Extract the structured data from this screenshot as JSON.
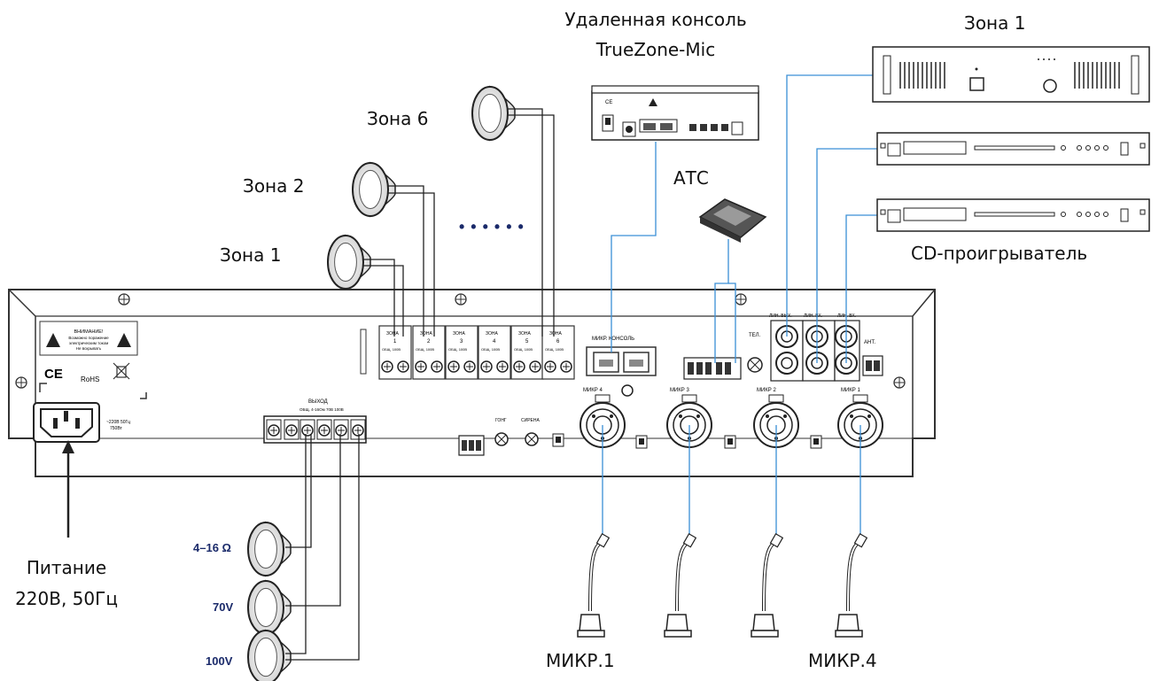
{
  "labels": {
    "remote_console_line1": "Удаленная консоль",
    "remote_console_line2": "TrueZone-Mic",
    "zone1_rack": "Зона 1",
    "zone6": "Зона 6",
    "zone2": "Зона 2",
    "zone1": "Зона 1",
    "atc": "АТС",
    "cd_player": "CD-проигрыватель",
    "power_line1": "Питание",
    "power_line2": "220В, 50Гц",
    "mic1": "МИКР.1",
    "mic4": "МИКР.4",
    "dots": "• • • • • •"
  },
  "panel": {
    "warning_title": "ВНИМАНИЕ!",
    "warning_text1": "Возможно поражение",
    "warning_text2": "электрическим током",
    "warning_text3": "Не вскрывать",
    "ce_mark": "CE",
    "rohs": "RoHS",
    "power_rating1": "~220В 50Гц",
    "power_rating2": "750Вт",
    "zone_label": "ЗОНА",
    "zone_numbers": [
      "1",
      "2",
      "3",
      "4",
      "5",
      "6"
    ],
    "zone_terminal": "ОБЩ. 100В",
    "mic_console": "МИКР. КОНСОЛЬ",
    "output_label": "ВЫХОД",
    "output_terms": "ОБЩ. 4-16Ом 70В 100В",
    "mic_inputs": [
      "МИКР 4",
      "МИКР 3",
      "МИКР 2",
      "МИКР 1"
    ],
    "gong": "ГОНГ",
    "siren": "СИРЕНА",
    "tel": "ТЕЛ.",
    "ant": "АНТ.",
    "line_out": "ЛИН. ВЫХ.",
    "line_in": "ЛИН. ВХ.",
    "spk_labels": {
      "ohm": "4–16 Ω",
      "v70": "70V",
      "v100": "100V"
    }
  },
  "colors": {
    "line_blue": "#3a8fd6",
    "wire_black": "#222222",
    "panel_stroke": "#333333"
  }
}
